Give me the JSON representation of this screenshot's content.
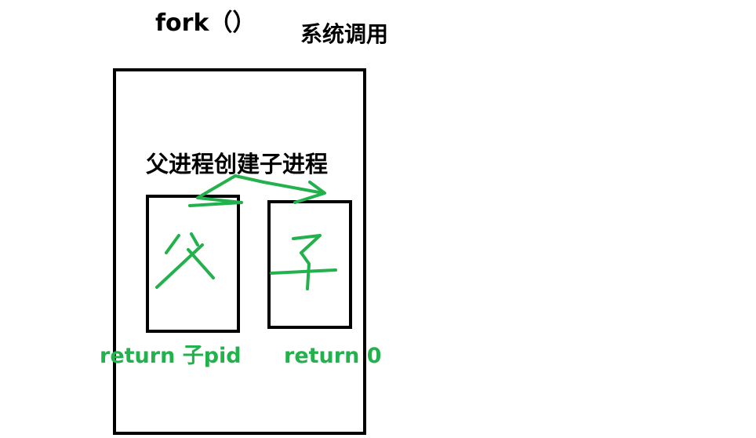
{
  "title": "fork（）",
  "syscall_label": "系统调用",
  "creation_label": "父进程创建子进程",
  "parent": {
    "return_text": "return 子pid",
    "handwritten_label": "父"
  },
  "child": {
    "return_text": "return 0",
    "handwritten_label": "子"
  },
  "colors": {
    "text": "#000000",
    "accent_green": "#22b14c",
    "box_border": "#000000"
  }
}
